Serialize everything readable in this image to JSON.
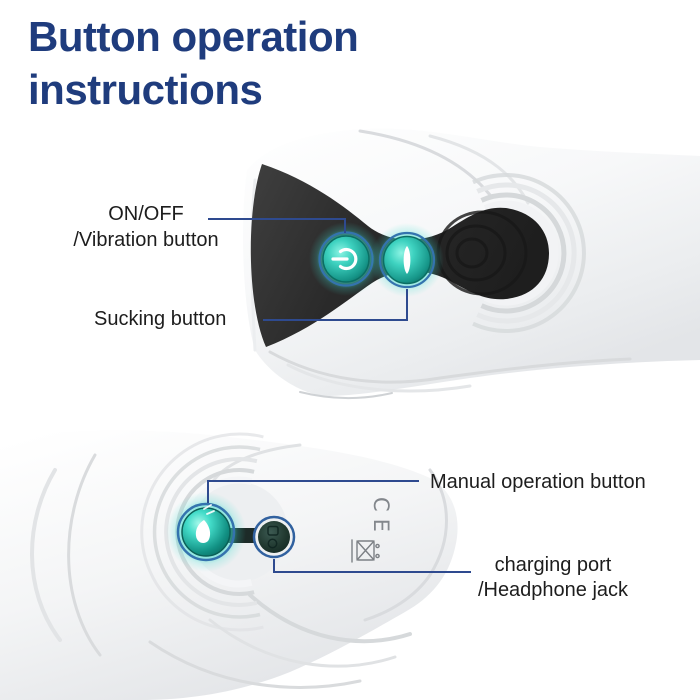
{
  "title": {
    "line1": "Button operation",
    "line2": "instructions",
    "full": "Button operation instructions"
  },
  "labels": {
    "on_off": {
      "line1": "ON/OFF",
      "line2": "/Vibration button"
    },
    "sucking": "Sucking button",
    "manual": "Manual operation button",
    "charging": {
      "line1": "charging port",
      "line2": "/Headphone jack"
    }
  },
  "device": {
    "top_view": {
      "description": "side view of white device with black control panel",
      "buttons": [
        {
          "name": "power-vibration-button",
          "icon": "power-icon"
        },
        {
          "name": "sucking-button",
          "icon": "suction-lens-icon"
        }
      ]
    },
    "bottom_view": {
      "description": "end view of white device with manual button and port",
      "buttons": [
        {
          "name": "manual-operation-button",
          "icon": "flame-icon"
        }
      ],
      "ports": [
        {
          "name": "charging-headphone-port"
        }
      ],
      "markings": {
        "ce_text": "CE",
        "weee": "crossed-out-bin-icon"
      }
    }
  },
  "colors": {
    "title_navy": "#1f3c7d",
    "label_text": "#1d1d1d",
    "leader_line": "#2e4a8f",
    "ring_blue": "#3473ae",
    "button_teal": "#2fd0bd",
    "panel_black": "#262626",
    "body_white": "#f2f3f5"
  }
}
